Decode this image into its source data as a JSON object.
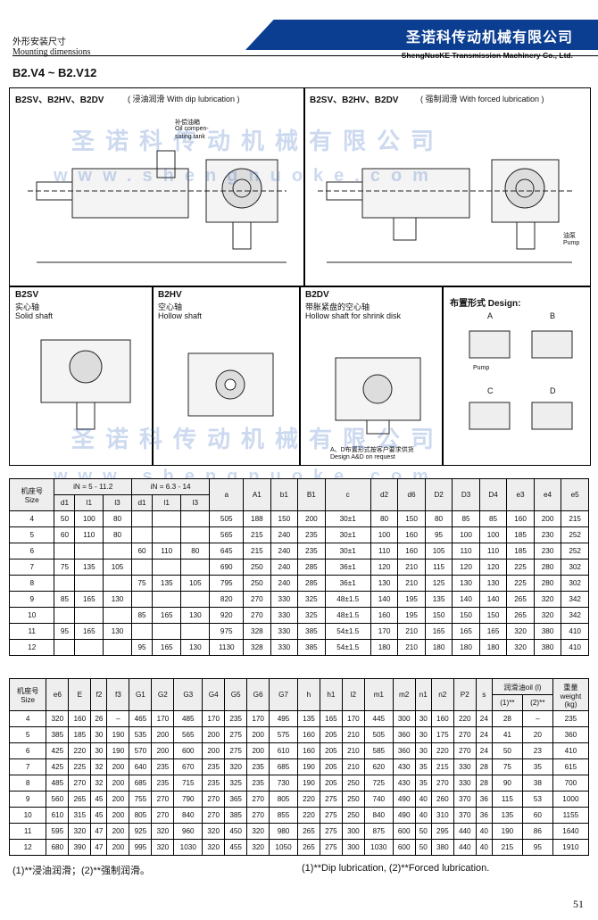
{
  "header": {
    "section_zh": "外形安装尺寸",
    "section_en": "Mounting dimensions",
    "company_zh": "圣诺科传动机械有限公司",
    "company_en": "ShengNuoKE Transmission Machinery Co., Ltd."
  },
  "model_range": "B2.V4 ~ B2.V12",
  "panels": {
    "dip": {
      "title": "B2SV、B2HV、B2DV",
      "sub": "( 浸油润滑 With dip lubrication )"
    },
    "forced": {
      "title": "B2SV、B2HV、B2DV",
      "sub": "( 强制润滑 With forced lubrication )"
    },
    "solid": {
      "code": "B2SV",
      "zh": "实心轴",
      "en": "Solid shaft"
    },
    "hollow": {
      "code": "B2HV",
      "zh": "空心轴",
      "en": "Hollow shaft"
    },
    "shrink": {
      "code": "B2DV",
      "zh": "带胀紧盘的空心轴",
      "en": "Hollow shaft for shrink disk",
      "note_zh": "A、D布置形式按客户要求供货",
      "note_en": "Design A&D on request"
    },
    "design": {
      "title": "布置形式 Design:",
      "labels": [
        "A",
        "B",
        "C",
        "D"
      ],
      "pump": "Pump"
    }
  },
  "annotations": {
    "oil_zh": "补偿油箱",
    "oil_en1": "Oil compen-",
    "oil_en2": "sating tank",
    "pump_zh": "油泵",
    "pump_en": "Pump"
  },
  "watermark": {
    "zh": "圣诺科传动机械有限公司",
    "en": "www.shengnuoke.com"
  },
  "table1": {
    "head_size_zh": "机座号",
    "head_size_en": "Size",
    "group1": "iN = 5 - 11.2",
    "group2": "iN = 6.3 - 14",
    "cols": [
      "d1",
      "l1",
      "l3",
      "d1",
      "l1",
      "l3",
      "a",
      "A1",
      "b1",
      "B1",
      "c",
      "d2",
      "d6",
      "D2",
      "D3",
      "D4",
      "e3",
      "e4",
      "e5"
    ],
    "rows": [
      [
        "4",
        "50",
        "100",
        "80",
        "",
        "",
        "",
        "505",
        "188",
        "150",
        "200",
        "30±1",
        "80",
        "150",
        "80",
        "85",
        "85",
        "160",
        "200",
        "215"
      ],
      [
        "5",
        "60",
        "110",
        "80",
        "",
        "",
        "",
        "565",
        "215",
        "240",
        "235",
        "30±1",
        "100",
        "160",
        "95",
        "100",
        "100",
        "185",
        "230",
        "252"
      ],
      [
        "6",
        "",
        "",
        "",
        "60",
        "110",
        "80",
        "645",
        "215",
        "240",
        "235",
        "30±1",
        "110",
        "160",
        "105",
        "110",
        "110",
        "185",
        "230",
        "252"
      ],
      [
        "7",
        "75",
        "135",
        "105",
        "",
        "",
        "",
        "690",
        "250",
        "240",
        "285",
        "36±1",
        "120",
        "210",
        "115",
        "120",
        "120",
        "225",
        "280",
        "302"
      ],
      [
        "8",
        "",
        "",
        "",
        "75",
        "135",
        "105",
        "795",
        "250",
        "240",
        "285",
        "36±1",
        "130",
        "210",
        "125",
        "130",
        "130",
        "225",
        "280",
        "302"
      ],
      [
        "9",
        "85",
        "165",
        "130",
        "",
        "",
        "",
        "820",
        "270",
        "330",
        "325",
        "48±1.5",
        "140",
        "195",
        "135",
        "140",
        "140",
        "265",
        "320",
        "342"
      ],
      [
        "10",
        "",
        "",
        "",
        "85",
        "165",
        "130",
        "920",
        "270",
        "330",
        "325",
        "48±1.5",
        "160",
        "195",
        "150",
        "150",
        "150",
        "265",
        "320",
        "342"
      ],
      [
        "11",
        "95",
        "165",
        "130",
        "",
        "",
        "",
        "975",
        "328",
        "330",
        "385",
        "54±1.5",
        "170",
        "210",
        "165",
        "165",
        "165",
        "320",
        "380",
        "410"
      ],
      [
        "12",
        "",
        "",
        "",
        "95",
        "165",
        "130",
        "1130",
        "328",
        "330",
        "385",
        "54±1.5",
        "180",
        "210",
        "180",
        "180",
        "180",
        "320",
        "380",
        "410"
      ]
    ]
  },
  "table2": {
    "head_size_zh": "机座号",
    "head_size_en": "Size",
    "cols": [
      "e6",
      "E",
      "f2",
      "f3",
      "G1",
      "G2",
      "G3",
      "G4",
      "G5",
      "G6",
      "G7",
      "h",
      "h1",
      "l2",
      "m1",
      "m2",
      "n1",
      "n2",
      "P2",
      "s"
    ],
    "oil_zh": "润滑油oil (l)",
    "oil1": "(1)**",
    "oil2": "(2)**",
    "weight_zh": "重量",
    "weight_en": "weight",
    "weight_unit": "(kg)",
    "rows": [
      [
        "4",
        "320",
        "160",
        "26",
        "–",
        "465",
        "170",
        "485",
        "170",
        "235",
        "170",
        "495",
        "135",
        "165",
        "170",
        "445",
        "300",
        "30",
        "160",
        "220",
        "24",
        "28",
        "–",
        "235"
      ],
      [
        "5",
        "385",
        "185",
        "30",
        "190",
        "535",
        "200",
        "565",
        "200",
        "275",
        "200",
        "575",
        "160",
        "205",
        "210",
        "505",
        "360",
        "30",
        "175",
        "270",
        "24",
        "41",
        "20",
        "360"
      ],
      [
        "6",
        "425",
        "220",
        "30",
        "190",
        "570",
        "200",
        "600",
        "200",
        "275",
        "200",
        "610",
        "160",
        "205",
        "210",
        "585",
        "360",
        "30",
        "220",
        "270",
        "24",
        "50",
        "23",
        "410"
      ],
      [
        "7",
        "425",
        "225",
        "32",
        "200",
        "640",
        "235",
        "670",
        "235",
        "320",
        "235",
        "685",
        "190",
        "205",
        "210",
        "620",
        "430",
        "35",
        "215",
        "330",
        "28",
        "75",
        "35",
        "615"
      ],
      [
        "8",
        "485",
        "270",
        "32",
        "200",
        "685",
        "235",
        "715",
        "235",
        "325",
        "235",
        "730",
        "190",
        "205",
        "250",
        "725",
        "430",
        "35",
        "270",
        "330",
        "28",
        "90",
        "38",
        "700"
      ],
      [
        "9",
        "560",
        "265",
        "45",
        "200",
        "755",
        "270",
        "790",
        "270",
        "365",
        "270",
        "805",
        "220",
        "275",
        "250",
        "740",
        "490",
        "40",
        "260",
        "370",
        "36",
        "115",
        "53",
        "1000"
      ],
      [
        "10",
        "610",
        "315",
        "45",
        "200",
        "805",
        "270",
        "840",
        "270",
        "385",
        "270",
        "855",
        "220",
        "275",
        "250",
        "840",
        "490",
        "40",
        "310",
        "370",
        "36",
        "135",
        "60",
        "1155"
      ],
      [
        "11",
        "595",
        "320",
        "47",
        "200",
        "925",
        "320",
        "960",
        "320",
        "450",
        "320",
        "980",
        "265",
        "275",
        "300",
        "875",
        "600",
        "50",
        "295",
        "440",
        "40",
        "190",
        "86",
        "1640"
      ],
      [
        "12",
        "680",
        "390",
        "47",
        "200",
        "995",
        "320",
        "1030",
        "320",
        "455",
        "320",
        "1050",
        "265",
        "275",
        "300",
        "1030",
        "600",
        "50",
        "380",
        "440",
        "40",
        "215",
        "95",
        "1910"
      ]
    ]
  },
  "footnotes": {
    "zh": "(1)**浸油润滑；(2)**强制润滑。",
    "en": "(1)**Dip lubrication, (2)**Forced lubrication."
  },
  "page_number": "51"
}
